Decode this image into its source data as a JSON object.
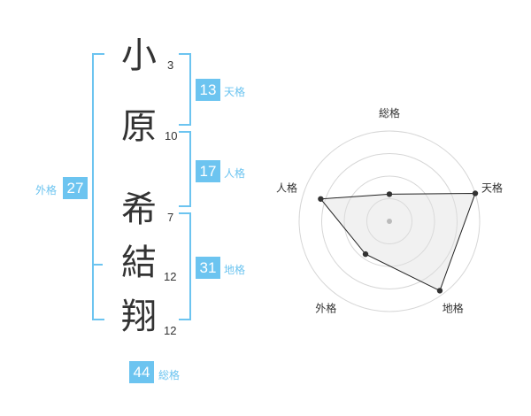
{
  "name_chars": [
    {
      "char": "小",
      "strokes": "3"
    },
    {
      "char": "原",
      "strokes": "10"
    },
    {
      "char": "希",
      "strokes": "7"
    },
    {
      "char": "結",
      "strokes": "12"
    },
    {
      "char": "翔",
      "strokes": "12"
    }
  ],
  "fortunes": {
    "ten": {
      "value": "13",
      "label": "天格"
    },
    "jin": {
      "value": "17",
      "label": "人格"
    },
    "chi": {
      "value": "31",
      "label": "地格"
    },
    "gai": {
      "value": "27",
      "label": "外格"
    },
    "so": {
      "value": "44",
      "label": "総格"
    }
  },
  "colors": {
    "accent": "#6cc4f0",
    "text": "#333333",
    "radar_fill": "#f1f1f1"
  },
  "chart_data": {
    "type": "radar",
    "axes": [
      "総格",
      "天格",
      "地格",
      "外格",
      "人格"
    ],
    "values": [
      0.3,
      1.0,
      0.95,
      0.45,
      0.8
    ],
    "range": [
      0,
      1
    ],
    "rings": 4
  }
}
